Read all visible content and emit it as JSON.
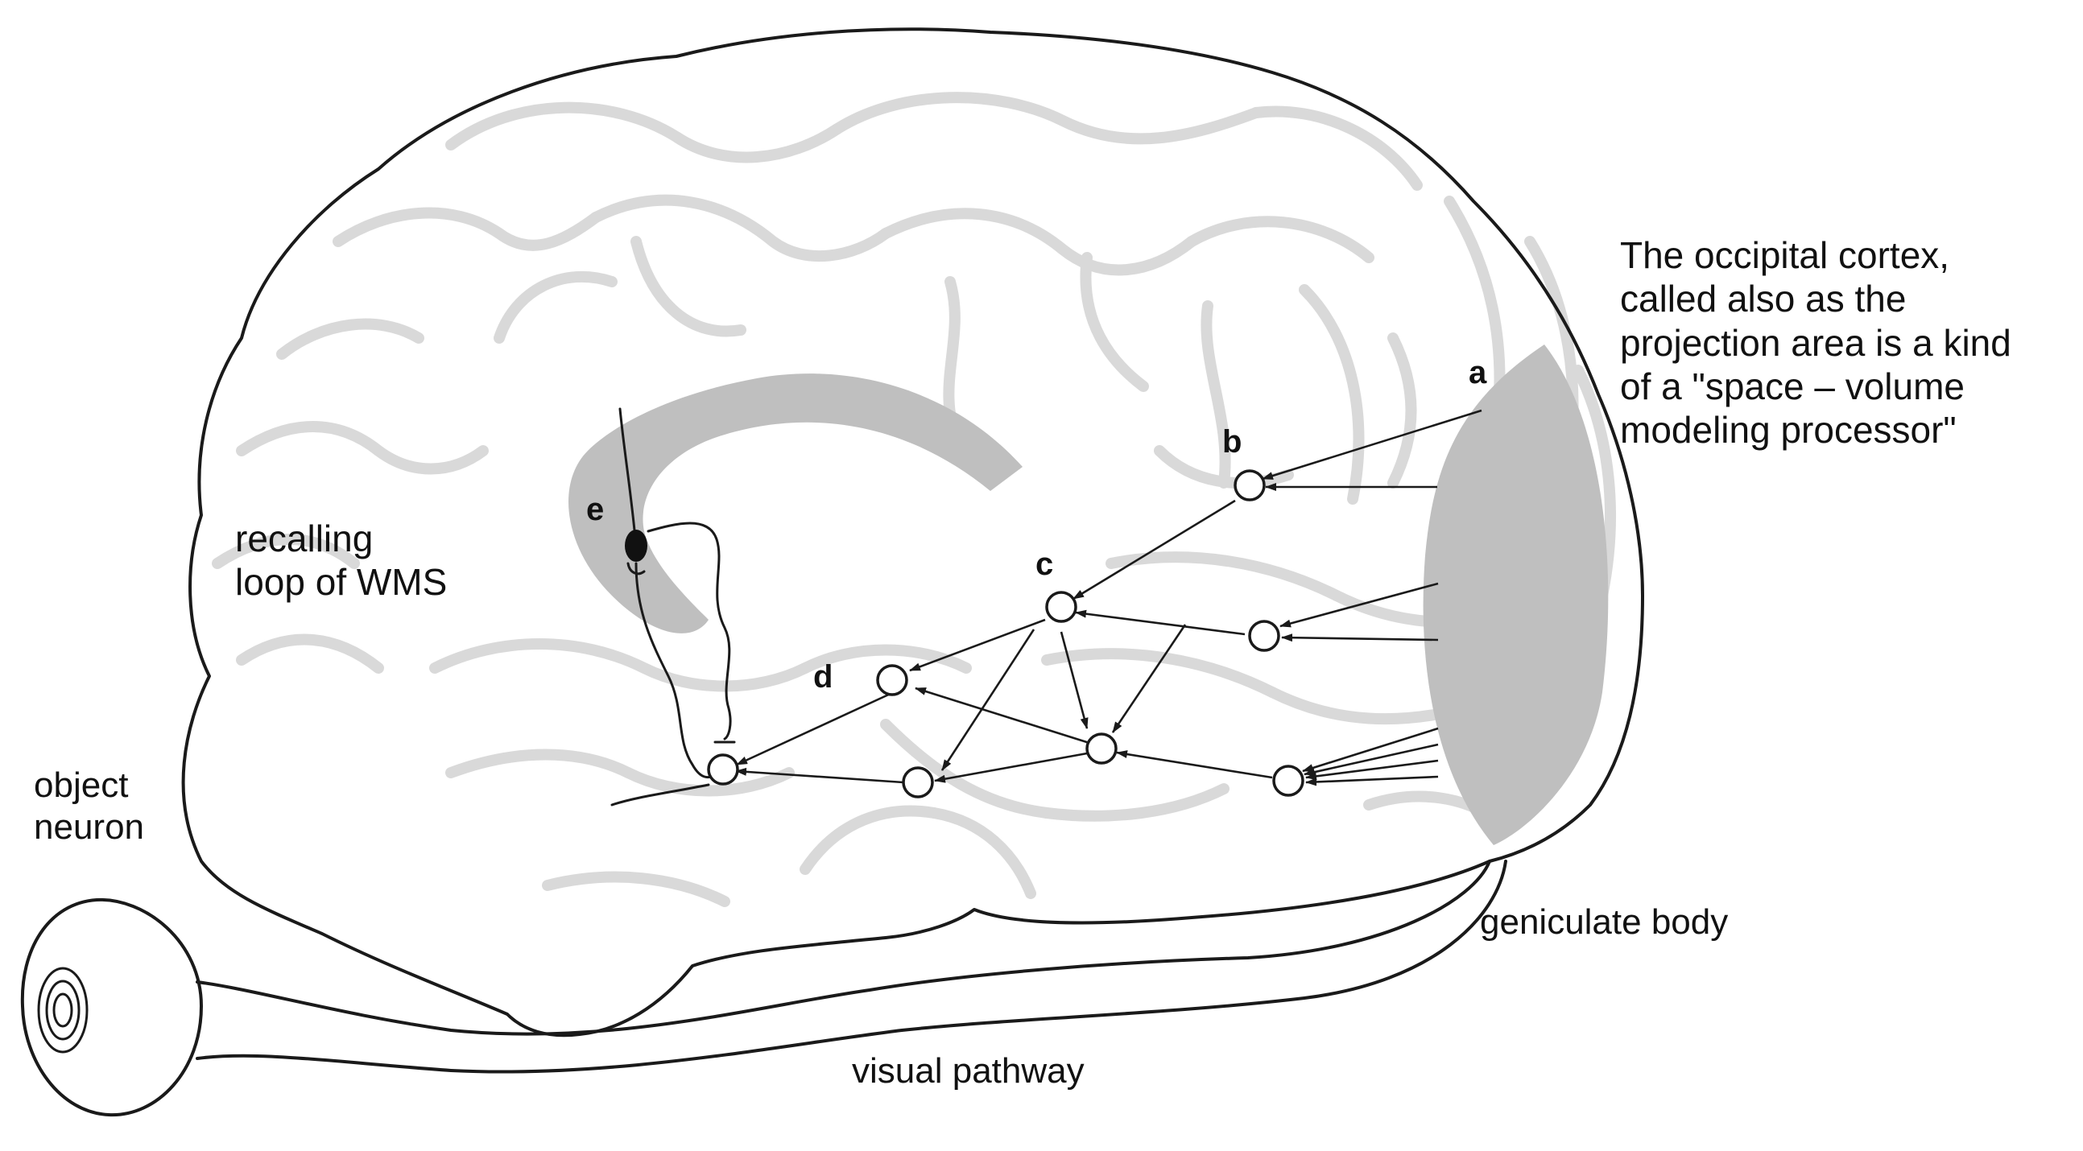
{
  "diagram": {
    "labels": {
      "occipital_note": "The occipital cortex,\ncalled also as the\nprojection area is a kind\nof a \"space – volume\nmodeling processor\"",
      "recalling_loop": "recalling\nloop of WMS",
      "object_neuron": "object\nneuron",
      "geniculate_body": "geniculate body",
      "visual_pathway": "visual pathway",
      "node_a": "a",
      "node_b": "b",
      "node_c": "c",
      "node_d": "d",
      "node_e": "e"
    },
    "colors": {
      "outline": "#1a1a1a",
      "sulci": "#d9d9d9",
      "shaded_region": "#bfbfbf",
      "background": "#ffffff"
    }
  }
}
